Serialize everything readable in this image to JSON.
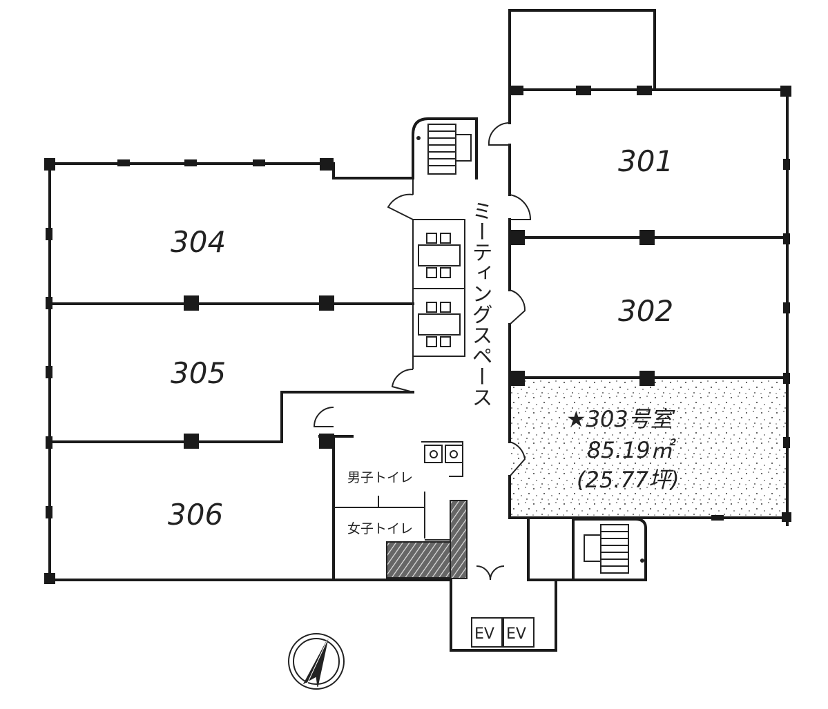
{
  "rooms": {
    "r301": "301",
    "r302": "302",
    "r304": "304",
    "r305": "305",
    "r306": "306"
  },
  "featured_room": {
    "name": "★303号室",
    "area_m2": "85.19㎡",
    "area_tsubo": "(25.77坪)",
    "fill_color": "#ffffff",
    "stipple_color": "#555555"
  },
  "meeting_space": "ミーティングスペース",
  "toilets": {
    "men": "男子トイレ",
    "women": "女子トイレ"
  },
  "elevators": [
    "EV",
    "EV"
  ]
}
